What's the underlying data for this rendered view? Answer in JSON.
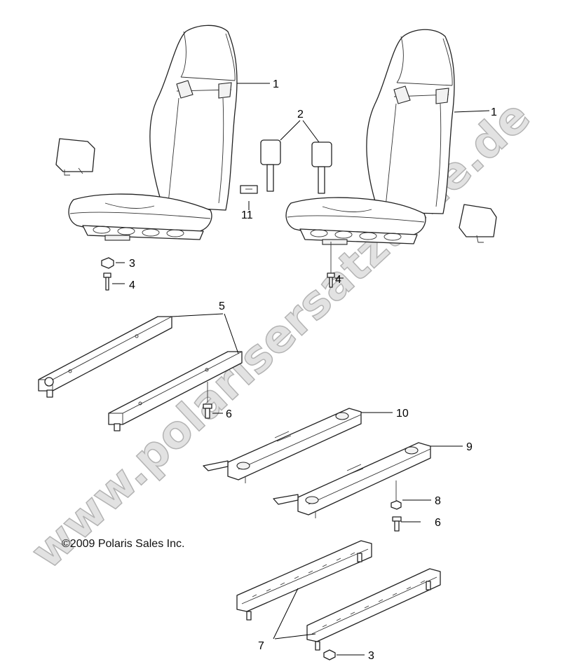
{
  "diagram": {
    "copyright": "©2009 Polaris Sales Inc.",
    "watermark": "www.polarisersatzteile.de",
    "callouts": {
      "c1_left": "1",
      "c1_right": "1",
      "c2": "2",
      "c3_top": "3",
      "c3_bottom": "3",
      "c4_left": "4",
      "c4_right": "4",
      "c5": "5",
      "c6_top": "6",
      "c6_bottom": "6",
      "c7": "7",
      "c8": "8",
      "c9": "9",
      "c10": "10",
      "c11": "11"
    }
  }
}
